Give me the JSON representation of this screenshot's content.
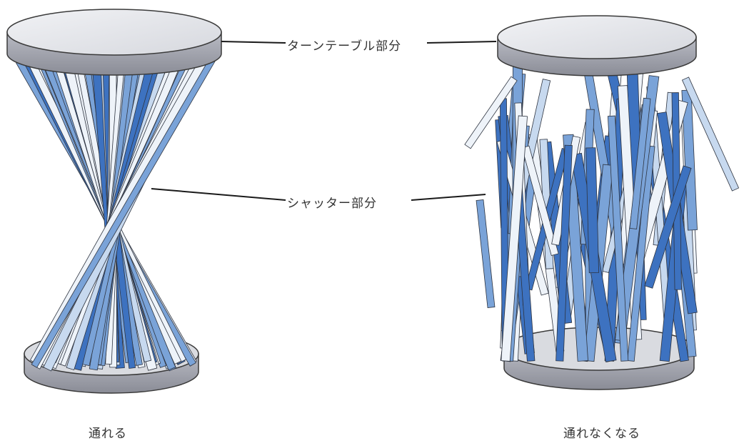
{
  "labels": {
    "turntable": "ターンテーブル部分",
    "shutter": "シャッター部分"
  },
  "captions": {
    "left": "通れる",
    "right": "通れなくなる"
  },
  "colors": {
    "blue_dark": "#3d72c0",
    "blue_mid": "#7aa3d8",
    "blue_light": "#c7d9ef",
    "slat_white": "#eef3f9",
    "disc_top": "#e6e8ec",
    "disc_side": "#9a9ca6",
    "outline": "#3a3a3a"
  },
  "figures": [
    {
      "name": "open-shutter-figure",
      "state": "通れる"
    },
    {
      "name": "closed-shutter-figure",
      "state": "通れなくなる"
    }
  ]
}
